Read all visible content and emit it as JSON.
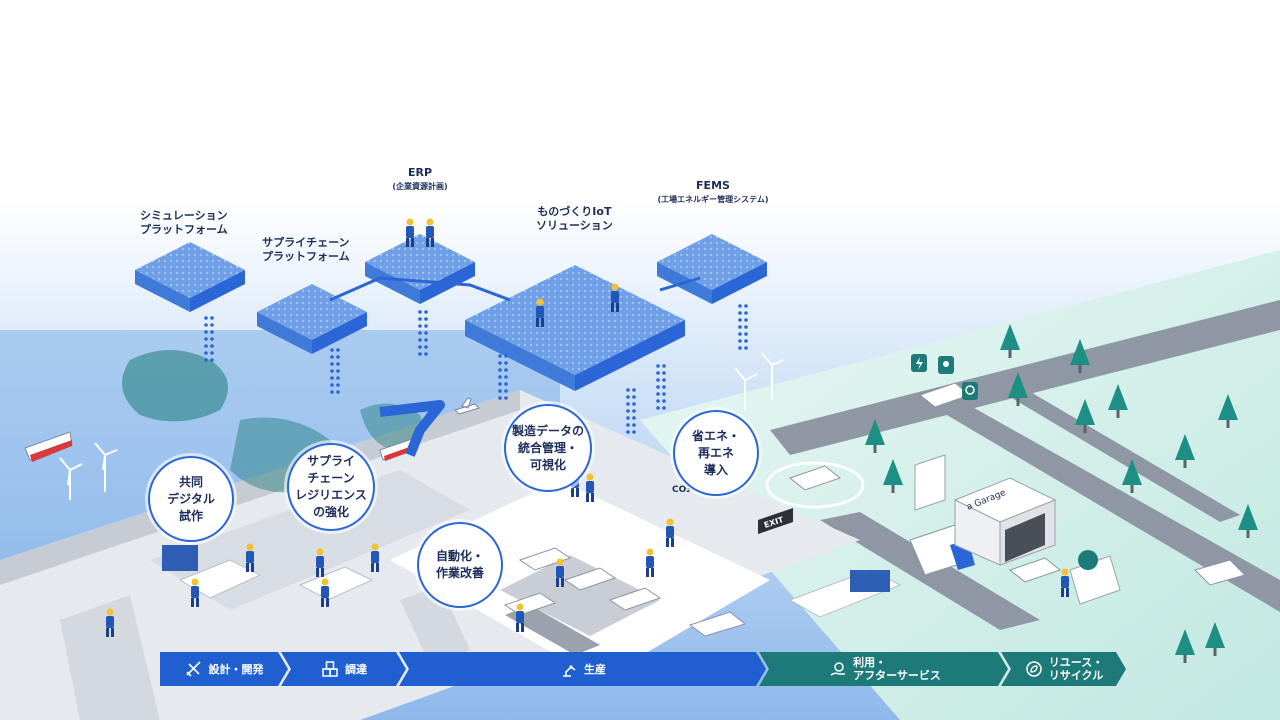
{
  "platforms": {
    "simulation": {
      "line1": "シミュレーション",
      "line2": "プラットフォーム"
    },
    "supply_chain_platform": {
      "line1": "サプライチェーン",
      "line2": "プラットフォーム"
    },
    "erp": {
      "line1": "ERP",
      "line2": "(企業資源計画)"
    },
    "iot": {
      "line1": "ものづくりIoT",
      "line2": "ソリューション"
    },
    "fems": {
      "line1": "FEMS",
      "line2": "(工場エネルギー管理システム)"
    }
  },
  "bubbles": {
    "digital_prototype": [
      "共同",
      "デジタル",
      "試作"
    ],
    "supply_resilience": [
      "サプライ",
      "チェーン",
      "レジリエンス",
      "の強化"
    ],
    "data_integration": [
      "製造データの",
      "統合管理・",
      "可視化"
    ],
    "energy": [
      "省エネ・",
      "再エネ",
      "導入"
    ],
    "automation": [
      "自動化・",
      "作業改善"
    ]
  },
  "signs": {
    "exit": "EXIT",
    "garage": "a Garage",
    "co2": "CO₂"
  },
  "flow": {
    "design": {
      "label": "設計・開発",
      "icon": "ruler-pencil-icon"
    },
    "procurement": {
      "label": "調達",
      "icon": "boxes-icon"
    },
    "production": {
      "label": "生産",
      "icon": "robot-arm-icon"
    },
    "aftersales": {
      "line1": "利用・",
      "line2": "アフターサービス",
      "icon": "gear-hand-icon"
    },
    "recycle": {
      "line1": "リユース・",
      "line2": "リサイクル",
      "icon": "recycle-leaf-icon"
    }
  },
  "colors": {
    "blue": "#1f5fd0",
    "teal": "#1d7a78",
    "navy": "#1c2d5a",
    "mint": "#bfe8e2"
  }
}
